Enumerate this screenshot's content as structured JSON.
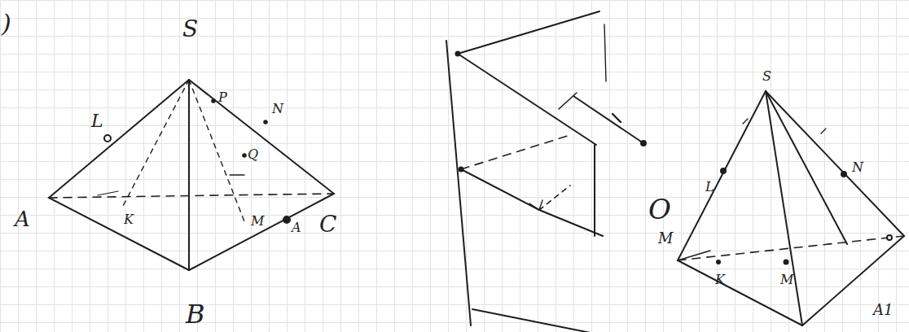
{
  "diagram": {
    "labels": [
      ")",
      "S",
      "L",
      "P",
      "N",
      "Q",
      "A",
      "K",
      "M",
      "A",
      "C",
      "B",
      "O",
      "S",
      "L",
      "N",
      "M",
      "K",
      "M",
      "A1"
    ]
  }
}
